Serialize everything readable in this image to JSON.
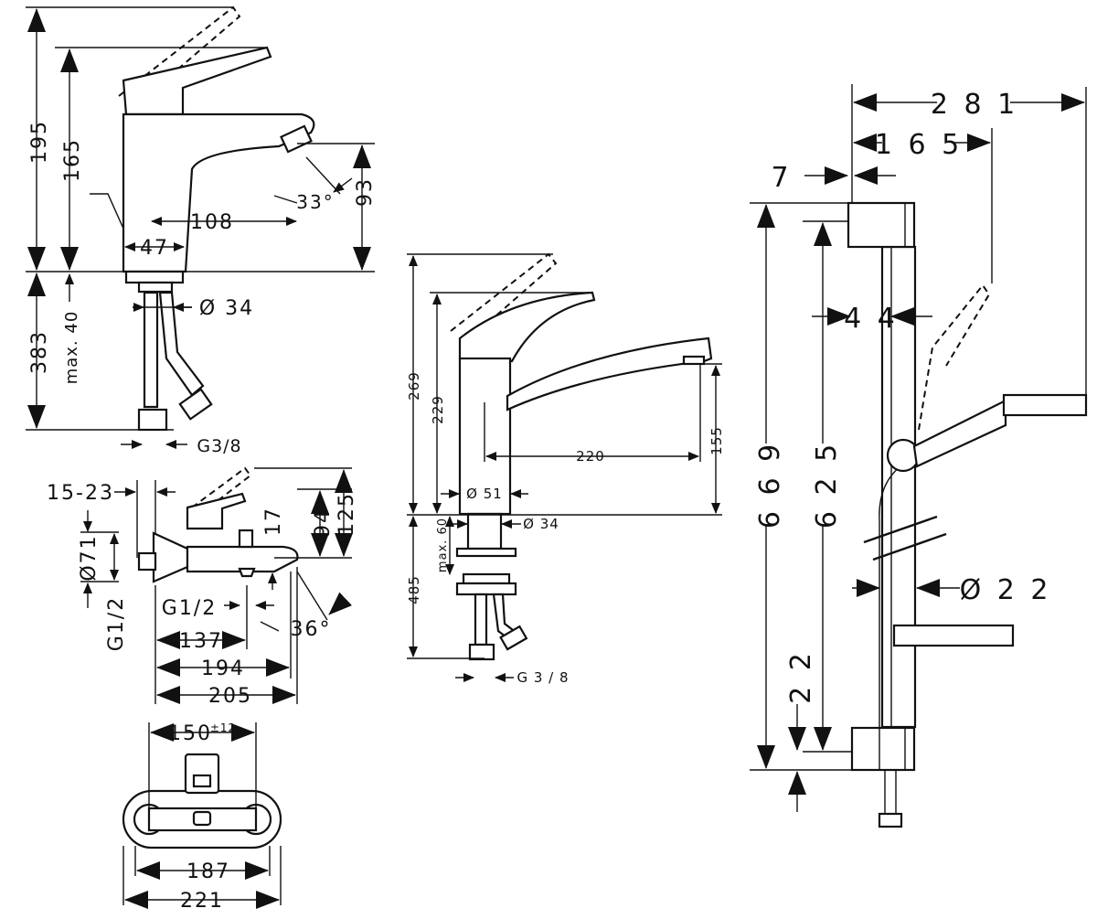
{
  "basin_mixer": {
    "dims": {
      "h195": "195",
      "h165": "165",
      "h383": "383",
      "max40": "max. 40",
      "d108": "108",
      "d47": "47",
      "d34": "Ø 34",
      "g38": "G3/8",
      "a33": "33°",
      "h93": "93"
    }
  },
  "bath_mixer_side": {
    "dims": {
      "d1523": "15-23",
      "d71": "Ø71",
      "g12v": "G1/2",
      "g12h": "G1/2",
      "d17": "17",
      "d94": "94",
      "d125": "125",
      "d137": "137",
      "d194": "194",
      "d205": "205",
      "a36": "36°"
    }
  },
  "bath_mixer_front": {
    "dims": {
      "d150": "150",
      "tol": "±12",
      "d187": "187",
      "d221": "221"
    }
  },
  "kitchen_mixer": {
    "dims": {
      "h269": "269",
      "h229": "229",
      "d220": "220",
      "h155": "155",
      "d51": "Ø 51",
      "d34": "Ø 34",
      "max60": "max. 60",
      "h485": "485",
      "g38": "G 3 / 8"
    }
  },
  "shower_set": {
    "dims": {
      "d281": "2 8 1",
      "d165": "1 6 5",
      "d7": "7",
      "d44": "4 4",
      "h669": "6 6 9",
      "h625": "6 2 5",
      "d22": "Ø  2 2",
      "h22": "2 2"
    }
  }
}
